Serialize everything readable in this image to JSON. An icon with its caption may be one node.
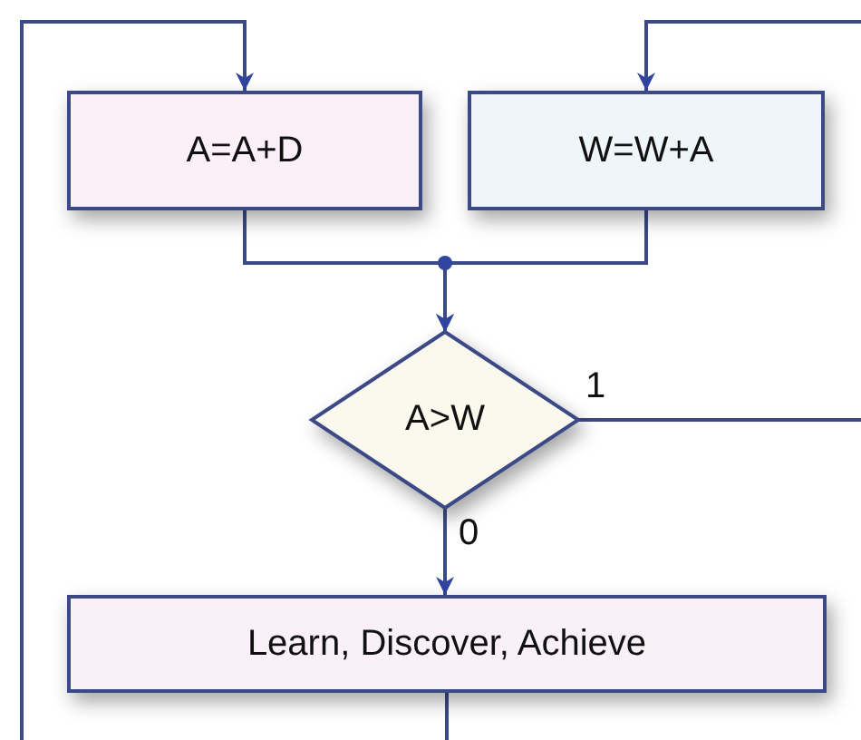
{
  "diagram": {
    "nodes": [
      {
        "text": [
          "A=A+D"
        ]
      },
      {
        "text": [
          "W=W+A"
        ]
      },
      {
        "text": [
          "A>W"
        ]
      },
      {
        "text": [
          "Learn, Discover, Achieve"
        ]
      }
    ],
    "edges": [
      {
        "from": null,
        "to": 0,
        "arrow": "to"
      },
      {
        "from": null,
        "to": 1,
        "arrow": "to"
      },
      {
        "from": 0,
        "to": 2,
        "arrow": "to"
      },
      {
        "from": 1,
        "to": 2,
        "arrow": "to"
      },
      {
        "from": 2,
        "to": null,
        "label": "1",
        "arrow": "none"
      },
      {
        "from": 2,
        "to": 3,
        "label": "0",
        "arrow": "to"
      },
      {
        "from": 3,
        "to": null,
        "arrow": "none"
      }
    ]
  }
}
